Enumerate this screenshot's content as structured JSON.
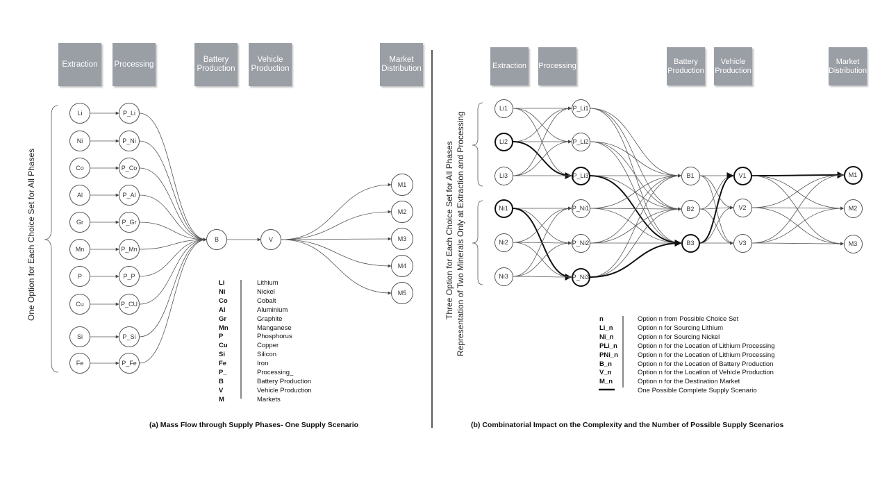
{
  "panel_a": {
    "phases": [
      "Extraction",
      "Processing",
      "Battery\nProduction",
      "Vehicle\nProduction",
      "Market\nDistribution"
    ],
    "side_label": "One Option for Each Choice Set for All Phases",
    "minerals": [
      "Li",
      "Ni",
      "Co",
      "Al",
      "Gr",
      "Mn",
      "P",
      "Cu",
      "Si",
      "Fe"
    ],
    "processing": [
      "P_Li",
      "P_Ni",
      "P_Co",
      "P_Al",
      "P_Gr",
      "P_Mn",
      "P_P",
      "P_CU",
      "P_Si",
      "P_Fe"
    ],
    "battery": "B",
    "vehicle": "V",
    "markets": [
      "M1",
      "M2",
      "M3",
      "M4",
      "M5"
    ],
    "legend": [
      {
        "key": "Li",
        "value": "Lithium"
      },
      {
        "key": "Ni",
        "value": "Nickel"
      },
      {
        "key": "Co",
        "value": "Cobalt"
      },
      {
        "key": "Al",
        "value": "Aluminium"
      },
      {
        "key": "Gr",
        "value": "Graphite"
      },
      {
        "key": "Mn",
        "value": "Manganese"
      },
      {
        "key": "P",
        "value": "Phosphorus"
      },
      {
        "key": "Cu",
        "value": "Copper"
      },
      {
        "key": "Si",
        "value": "Silicon"
      },
      {
        "key": "Fe",
        "value": "Iron"
      },
      {
        "key": "P_",
        "value": "Processing_"
      },
      {
        "key": "B",
        "value": "Battery Production"
      },
      {
        "key": "V",
        "value": "Vehicle Production"
      },
      {
        "key": "M",
        "value": "Markets"
      }
    ],
    "caption": "(a) Mass Flow through Supply Phases- One Supply Scenario"
  },
  "panel_b": {
    "phases": [
      "Extraction",
      "Processing",
      "Battery\nProduction",
      "Vehicle\nProduction",
      "Market\nDistribution"
    ],
    "side_label_1": "Three  Option for Each Choice Set for All Phases",
    "side_label_2": "Representation of Two Minerals Only at Extraction and Processing",
    "li_sources": [
      "Li1",
      "Li2",
      "Li3"
    ],
    "ni_sources": [
      "Ni1",
      "Ni2",
      "Ni3"
    ],
    "li_processing": [
      "P_Li1",
      "P_Li2",
      "P_Li3"
    ],
    "ni_processing": [
      "P_Ni1",
      "P_Ni2",
      "P_Ni3"
    ],
    "battery": [
      "B1",
      "B2",
      "B3"
    ],
    "vehicle": [
      "V1",
      "V2",
      "V3"
    ],
    "markets": [
      "M1",
      "M2",
      "M3"
    ],
    "legend": [
      {
        "key": "n",
        "value": "Option n from Possible Choice Set"
      },
      {
        "key": "Li_n",
        "value": "Option n for Sourcing Lithium"
      },
      {
        "key": "Ni_n",
        "value": "Option n for Sourcing Nickel"
      },
      {
        "key": "PLi_n",
        "value": "Option n for the Location of Lithium Processing"
      },
      {
        "key": "PNi_n",
        "value": "Option n for the Location of Lithium Processing"
      },
      {
        "key": "B_n",
        "value": "Option n for the Location of Battery Production"
      },
      {
        "key": "V_n",
        "value": "Option n for the Location of Vehicle Production"
      },
      {
        "key": "M_n",
        "value": "Option n for the Destination Market"
      },
      {
        "key": "",
        "value": "One Possible Complete Supply Scenario"
      }
    ],
    "caption": "(b) Combinatorial Impact on the Complexity and the Number of Possible Supply Scenarios"
  },
  "colors": {
    "header_box": "#9a9ea5",
    "line": "#555555",
    "highlight": "#111111"
  }
}
